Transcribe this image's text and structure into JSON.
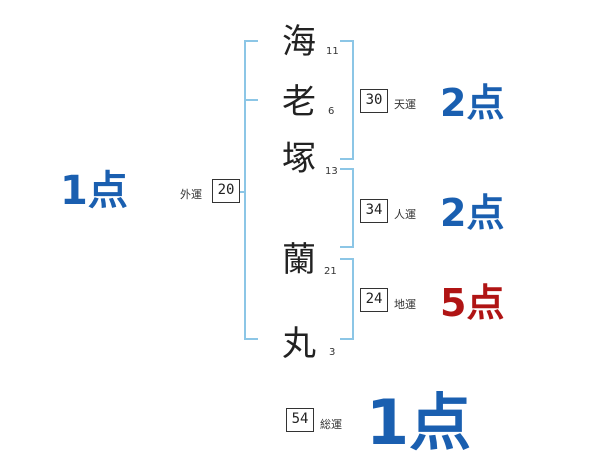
{
  "name_chars": [
    {
      "char": "海",
      "strokes": "11"
    },
    {
      "char": "老",
      "strokes": "6"
    },
    {
      "char": "塚",
      "strokes": "13"
    },
    {
      "char": "蘭",
      "strokes": "21"
    },
    {
      "char": "丸",
      "strokes": "3"
    }
  ],
  "gaiun": {
    "value": "20",
    "label": "外運",
    "score": "1点"
  },
  "tenun": {
    "value": "30",
    "label": "天運",
    "score": "2点"
  },
  "jinun": {
    "value": "34",
    "label": "人運",
    "score": "2点"
  },
  "chiun": {
    "value": "24",
    "label": "地運",
    "score": "5点"
  },
  "soun": {
    "value": "54",
    "label": "総運",
    "score": "1点"
  },
  "colors": {
    "bracket": "#8cc6e6",
    "score_blue": "#1a5fb0",
    "score_red": "#b01414"
  }
}
